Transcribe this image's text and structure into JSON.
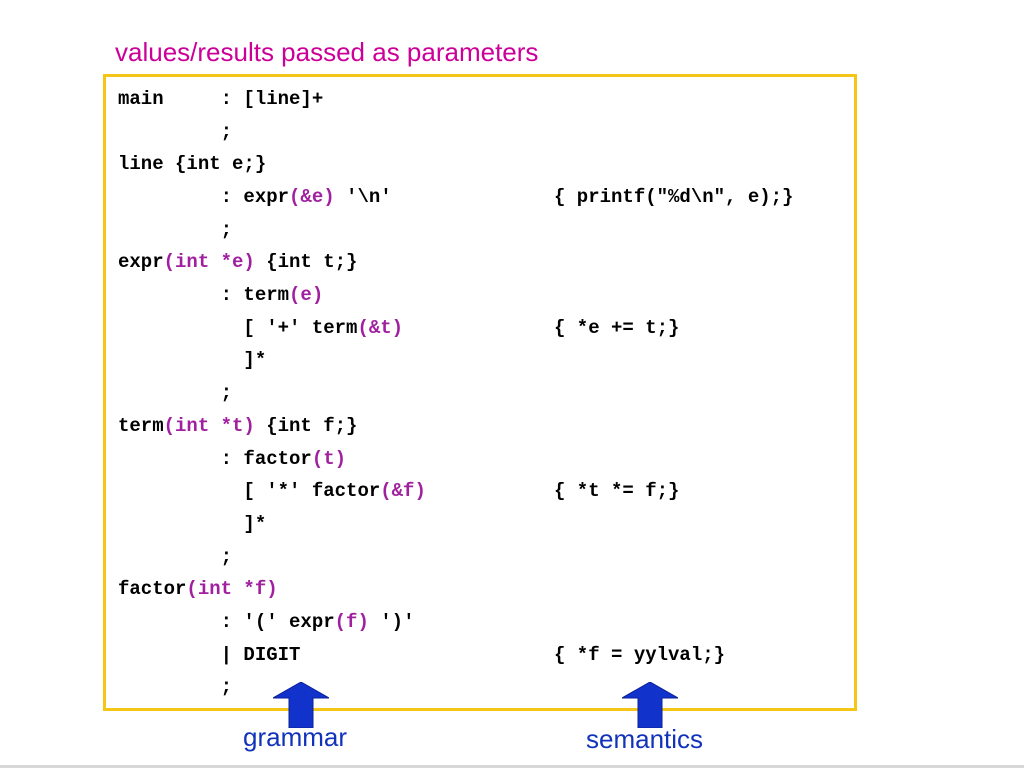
{
  "title": "values/results passed as parameters",
  "code": {
    "l1": "main     : [line]+",
    "l2": "         ;",
    "l3": "line {int e;}",
    "l4_a": "         : expr",
    "l4_b": "(&e)",
    "l4_c": " '\\n'",
    "l4_sem": "{ printf(\"%d\\n\", e);}",
    "l5": "         ;",
    "l6_a": "expr",
    "l6_b": "(int *e)",
    "l6_c": " {int t;}",
    "l7_a": "         : term",
    "l7_b": "(e)",
    "l8_a": "           [ '+' term",
    "l8_b": "(&t)",
    "l8_sem": "{ *e += t;}",
    "l9": "           ]*",
    "l10": "         ;",
    "l11_a": "term",
    "l11_b": "(int *t)",
    "l11_c": " {int f;}",
    "l12_a": "         : factor",
    "l12_b": "(t)",
    "l13_a": "           [ '*' factor",
    "l13_b": "(&f)",
    "l13_sem": "{ *t *= f;}",
    "l14": "           ]*",
    "l15": "         ;",
    "l16_a": "factor",
    "l16_b": "(int *f)",
    "l17_a": "         : '(' expr",
    "l17_b": "(f)",
    "l17_c": " ')'",
    "l18": "         | DIGIT",
    "l18_sem": "{ *f = yylval;}",
    "l19": "         ;"
  },
  "captions": {
    "grammar": "grammar",
    "semantics": "semantics"
  },
  "colors": {
    "title": "#cc0099",
    "box_border": "#f5c518",
    "param_highlight": "#a020a0",
    "caption": "#1133bb",
    "arrow": "#1133cc"
  },
  "icons": {
    "grammar_arrow": "up-arrow-icon",
    "semantics_arrow": "up-arrow-icon"
  }
}
